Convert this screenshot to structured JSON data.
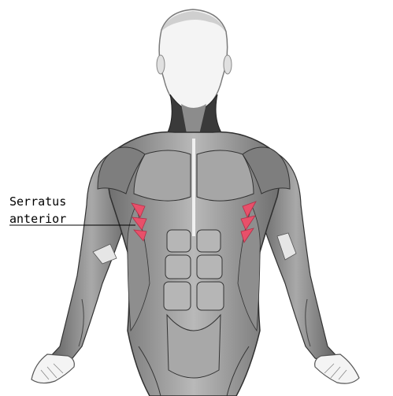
{
  "label": {
    "line1": "Serratus",
    "line2": "anterior"
  },
  "colors": {
    "background": "#ffffff",
    "muscle_base": "#8a8a8a",
    "muscle_dark": "#4a4a4a",
    "muscle_light": "#c8c8c8",
    "skin": "#f2f2f2",
    "highlight": "#e8506a",
    "leader_line": "#000000"
  },
  "illustration": "anterior muscles of the human torso with the serratus anterior highlighted"
}
